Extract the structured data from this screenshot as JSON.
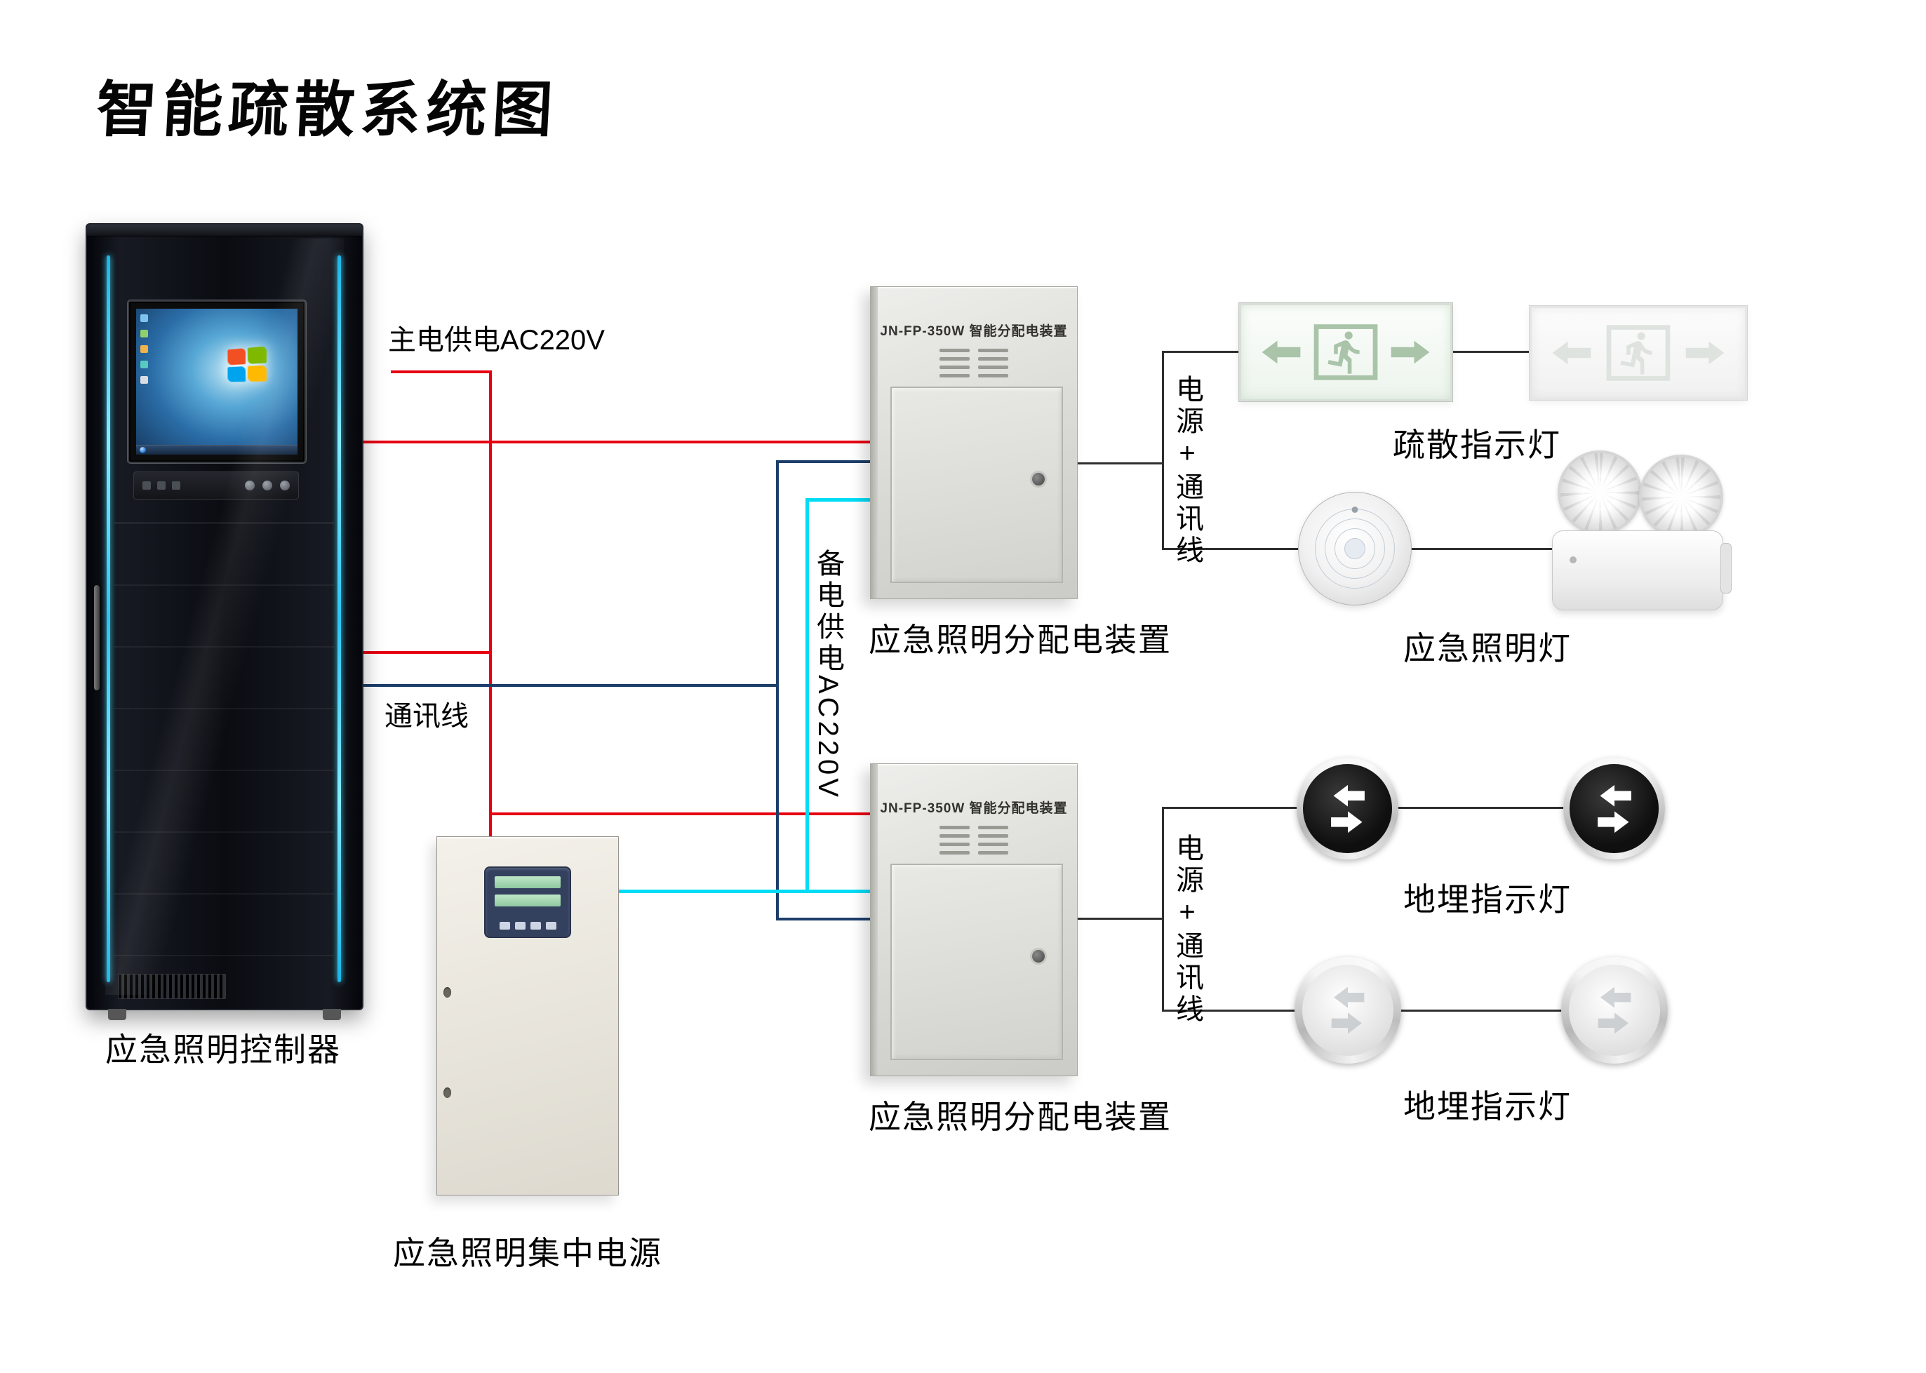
{
  "title": "智能疏散系统图",
  "colors": {
    "main_power_wire": "#e60012",
    "comm_wire": "#1d3e6b",
    "backup_power_wire": "#00dcf5",
    "signal_wire": "#2f2f2f",
    "accent_cyan": "#45d9ff"
  },
  "wires": {
    "main_power_label": "主电供电AC220V",
    "comm_label": "通讯线",
    "backup_power_label": "备电供电AC220V",
    "power_comm_top_label": "电源+通讯线",
    "power_comm_bottom_label": "电源+通讯线"
  },
  "devices": {
    "controller": {
      "label": "应急照明控制器"
    },
    "central_power": {
      "label": "应急照明集中电源"
    },
    "dist_box_top": {
      "label": "应急照明分配电装置",
      "model": "JN-FP-350W 智能分配电装置"
    },
    "dist_box_bottom": {
      "label": "应急照明分配电装置",
      "model": "JN-FP-350W 智能分配电装置"
    },
    "exit_signs": {
      "label": "疏散指示灯"
    },
    "emergency_lights": {
      "label": "应急照明灯"
    },
    "ground_lights_black": {
      "label": "地埋指示灯"
    },
    "ground_lights_steel": {
      "label": "地埋指示灯"
    }
  },
  "icons": {
    "exit_pictogram": "running-man-in-doorway",
    "exit_arrows": "left-and-right-arrows",
    "ground_light_symbol": "double-opposite-arrows",
    "controller_screen": "windows-desktop-logo"
  }
}
